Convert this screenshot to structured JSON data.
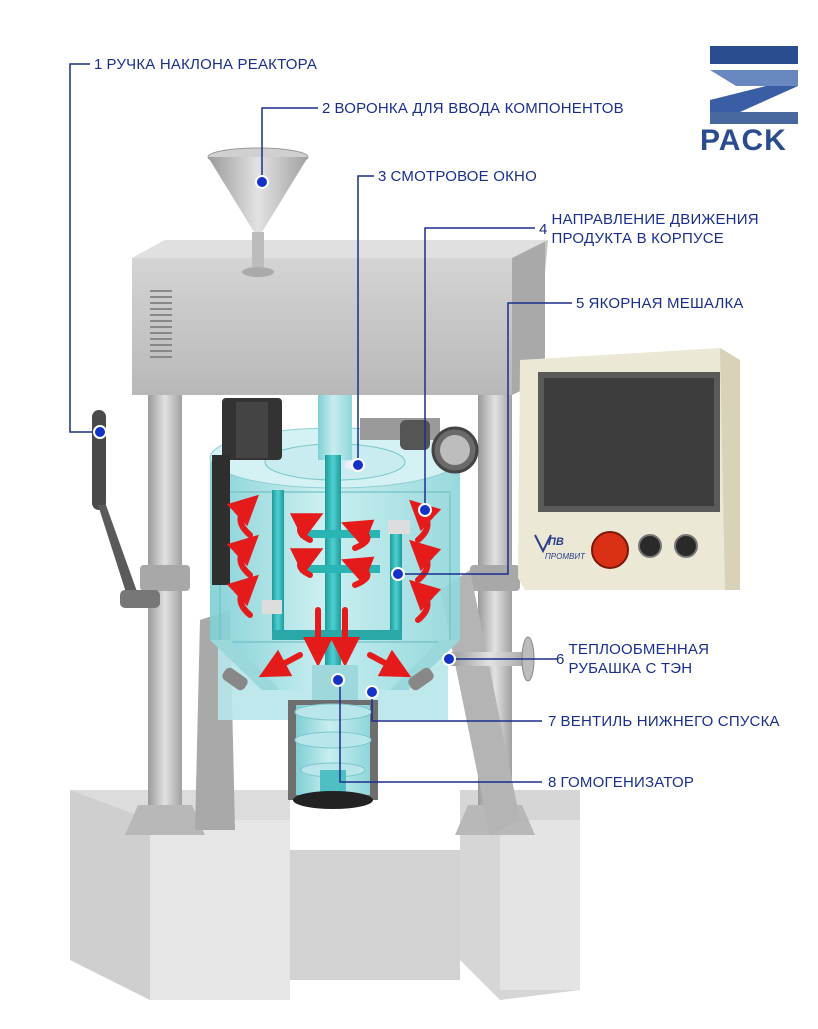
{
  "logo": {
    "text": "PACK"
  },
  "panel": {
    "brand_mark": "ПВ",
    "brand_text": "ПРОМВИТ"
  },
  "callouts": [
    {
      "num": "1",
      "text": "РУЧКА НАКЛОНА РЕАКТОРА"
    },
    {
      "num": "2",
      "text": "ВОРОНКА ДЛЯ ВВОДА КОМПОНЕНТОВ"
    },
    {
      "num": "3",
      "text": "СМОТРОВОЕ ОКНО"
    },
    {
      "num": "4",
      "text": "НАПРАВЛЕНИЕ ДВИЖЕНИЯ",
      "text2": "ПРОДУКТА В КОРПУСЕ"
    },
    {
      "num": "5",
      "text": "ЯКОРНАЯ МЕШАЛКА"
    },
    {
      "num": "6",
      "text": "ТЕПЛООБМЕННАЯ",
      "text2": "РУБАШКА С ТЭН"
    },
    {
      "num": "7",
      "text": "ВЕНТИЛЬ НИЖНЕГО СПУСКА"
    },
    {
      "num": "8",
      "text": "ГОМОГЕНИЗАТОР"
    }
  ],
  "colors": {
    "callout": "#1a2f8c",
    "dot": "#1432c8",
    "metal": "#c8c8c8",
    "vessel": "#a8dde0",
    "agitator": "#2ab5b5",
    "flow_arrows": "#e51b1b",
    "logo_blue": "#2a4d8f"
  }
}
